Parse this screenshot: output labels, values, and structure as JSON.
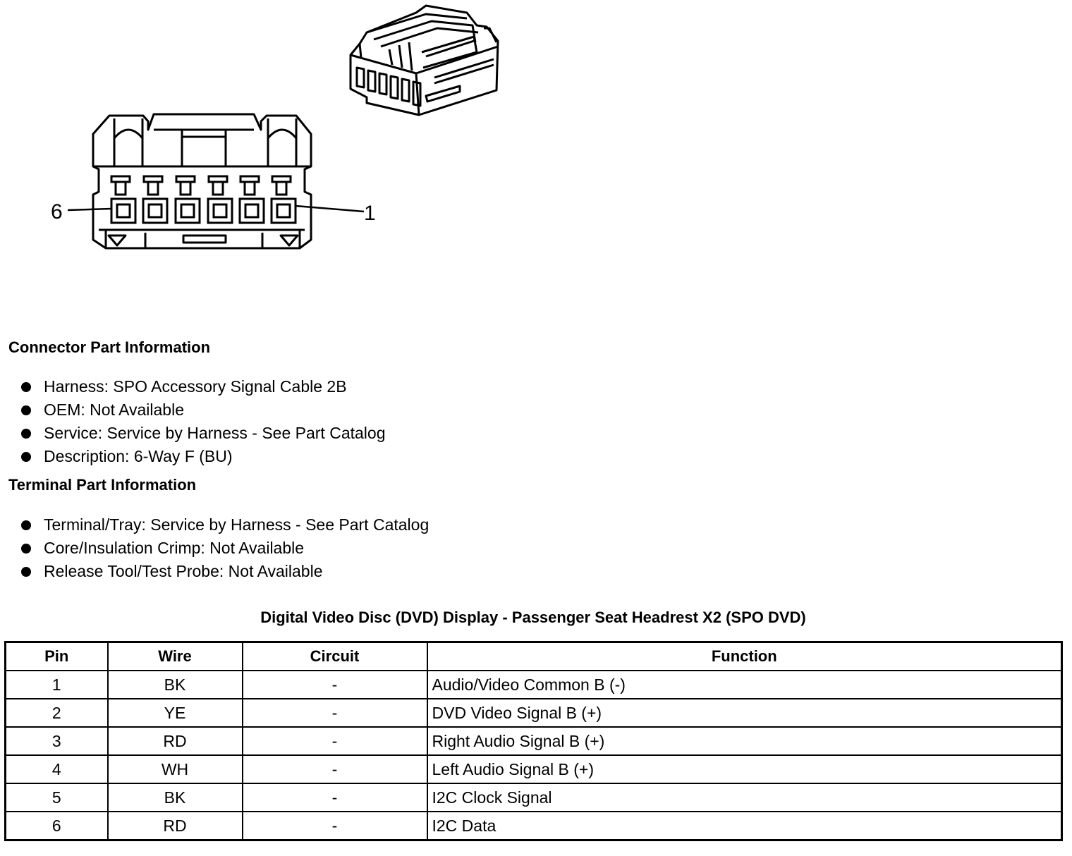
{
  "diagram": {
    "pin_label_left": "6",
    "pin_label_right": "1"
  },
  "connector_info": {
    "title": "Connector Part Information",
    "items": [
      "Harness: SPO Accessory Signal Cable 2B",
      "OEM: Not Available",
      "Service: Service by Harness - See Part Catalog",
      "Description: 6-Way F (BU)"
    ]
  },
  "terminal_info": {
    "title": "Terminal Part Information",
    "items": [
      "Terminal/Tray: Service by Harness - See Part Catalog",
      "Core/Insulation Crimp: Not Available",
      "Release Tool/Test Probe: Not Available"
    ]
  },
  "pin_table": {
    "title": "Digital Video Disc (DVD) Display - Passenger Seat Headrest X2 (SPO DVD)",
    "headers": [
      "Pin",
      "Wire",
      "Circuit",
      "Function"
    ],
    "rows": [
      [
        "1",
        "BK",
        "-",
        "Audio/Video Common B (-)"
      ],
      [
        "2",
        "YE",
        "-",
        "DVD Video Signal B (+)"
      ],
      [
        "3",
        "RD",
        "-",
        "Right Audio Signal B (+)"
      ],
      [
        "4",
        "WH",
        "-",
        "Left Audio Signal B (+)"
      ],
      [
        "5",
        "BK",
        "-",
        "I2C Clock Signal"
      ],
      [
        "6",
        "RD",
        "-",
        "I2C Data"
      ]
    ]
  }
}
